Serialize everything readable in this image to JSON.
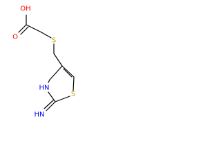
{
  "structure": {
    "atoms": {
      "oh": {
        "label": "OH",
        "color": "#ff0000"
      },
      "o": {
        "label": "O",
        "color": "#ff0000"
      },
      "s_thioether": {
        "label": "S",
        "color": "#b8a000"
      },
      "s_ring": {
        "label": "S",
        "color": "#b8a000"
      },
      "nh_ring": {
        "label": "HN",
        "color": "#0000ff"
      },
      "nh_imine": {
        "label": "HN",
        "color": "#0000ff"
      }
    },
    "bond_color": "#000000"
  }
}
